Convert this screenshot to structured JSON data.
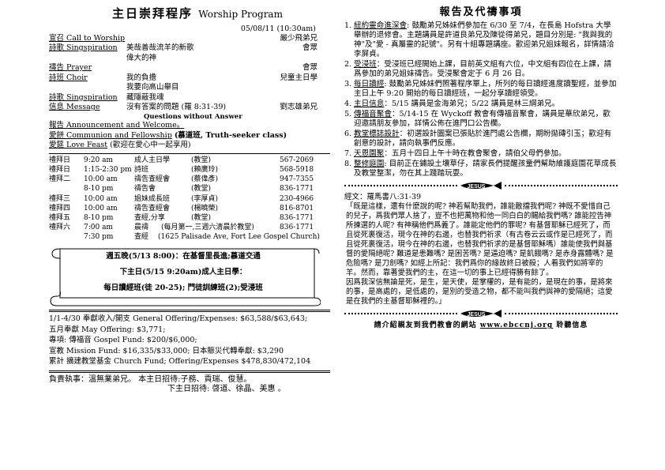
{
  "bulletin": {
    "title_zh": "主日崇拜程序",
    "title_en": "Worship Program",
    "date": "05/08/11 (10:30am)",
    "order": [
      {
        "label": "宣召 Call to Worship",
        "item": "",
        "person": "嚴少飛弟兄"
      },
      {
        "label": "詩歌 Singspiration",
        "item": "美哉善哉流羊的新歌",
        "person": "會眾"
      },
      {
        "label": "",
        "item": "偉大的神",
        "person": ""
      },
      {
        "label": "禱告 Prayer",
        "item": "",
        "person": "會眾"
      },
      {
        "label": "詩班 Choir",
        "item": "我的負擔",
        "person": "兒童主日學"
      },
      {
        "label": "",
        "item": "我要向高山舉目",
        "person": ""
      },
      {
        "label": "詩歌 Singspiration",
        "item": "藏隱蔽我魂",
        "person": ""
      },
      {
        "label": "信息 Message",
        "item": "沒有答案的問題 (羅 8:31-39)",
        "person": "劉志雄弟兄"
      }
    ],
    "message_en": "Questions without Answer",
    "announcement": "報告 Announcement and Welcome。",
    "fellowship_label": "愛餅 Communion and Fellowship",
    "fellowship_note": "(慕道班, Truth-seeker class)",
    "love_feast_label": "愛筵 Love Feast",
    "love_feast_note": "(歡迎在愛心中一起享用)"
  },
  "schedule": [
    {
      "day": "禮拜日",
      "time": "9:20 am",
      "name": "成人主日學",
      "place": "(教堂)",
      "phone": "567-2069"
    },
    {
      "day": "禮拜日",
      "time": "1:15-2:30 pm",
      "name": "詩班",
      "place": "(賴廣玲)",
      "phone": "568-5918"
    },
    {
      "day": "禮拜二",
      "time": "10:00 am",
      "name": "禱告查經會",
      "place": "(蔡偉彥)",
      "phone": "947-7355"
    },
    {
      "day": "",
      "time": "8-10 pm",
      "name": "禱告會",
      "place": "(教堂)",
      "phone": "836-1771"
    },
    {
      "day": "禮拜三",
      "time": "10:00 am",
      "name": "姐妹成長班",
      "place": "(李厚貞)",
      "phone": "230-4966"
    },
    {
      "day": "禮拜四",
      "time": "10:00 am",
      "name": "禱告查經會",
      "place": "(楊曉榮)",
      "phone": "816-8701"
    },
    {
      "day": "禮拜五",
      "time": "8-10 pm",
      "name": "查經,分享",
      "place": "(教堂)",
      "phone": "836-1771"
    },
    {
      "day": "禮拜六",
      "time": "7:00 am",
      "name": "晨禱",
      "place": "(每月第一,三週六清晨於教堂)",
      "phone": "836-1771"
    },
    {
      "day": "",
      "time": "7:30 pm",
      "name": "查經",
      "place": "(1625 Palisade Ave, Fort Lee Gospel Church)",
      "phone": ""
    }
  ],
  "banner": {
    "line1": "週五晚(5/13 8:00)：在基督里長進;慕道交通",
    "line2": "下主日(5/15 9:20am)成人主日學：",
    "line3": "每日讀經班(徒 20-25); 門徒訓練班(2);受浸班"
  },
  "finance": [
    "1/1-4/30 奉獻收入/開支 General Offering/Expenses: $63,588/$63,643;",
    "五月奉獻 May Offering: $3,771;",
    "專項: 傳福音 Gospel Fund: $200/$6,000;",
    "宣教 Mission Fund: $16,335/$33,000; 日本賑災代轉奉獻: $3,290",
    "累計 擴建教堂基金 Church Fund; Offering/Expenses $478,830/472,104"
  ],
  "duty": {
    "line1": "負責執事：溫無業弟兄。  本主日招待:子務、貢瑞、俊慧。",
    "line2": "下主日招待: 啓道、徐晶、美惠 。"
  },
  "news": {
    "title": "報告及代禱事項",
    "items": [
      {
        "n": "1.",
        "head": "紐約靈命進深會",
        "text": ": 鼓勵弟兄姊妹們參加在 6/30 至 7/4，在長島 Hofstra 大學舉辦的退修會。主題講員是許道良弟兄及陳從得弟兄，題目分別是: \"我與我的神\"及\"愛 - 真屬靈的記號\"。另有十組專題講座。歡迎弟兄姐妹報名，詳情請洽李屏貞。"
      },
      {
        "n": "2.",
        "head": "受浸班",
        "text": "：受浸班已經開始上課，目前英文組有六位，中文組有四位在上課，請爲參加的弟兄姐妹禱告。受浸聚會定于 6 月 26 日。"
      },
      {
        "n": "3.",
        "head": "每日讀經",
        "text": ": 鼓勵弟兄姊妹們照著程序單上，所列的每日讀經進度讀聖經，並參加主日上午 9:20 開始的每日讀經班，一起分享讀經領受。"
      },
      {
        "n": "4.",
        "head": "主日信息",
        "text": "：5/15 講員是金海弟兄；5/22 講員是林三綱弟兄。"
      },
      {
        "n": "5.",
        "head": "傳福音聚會",
        "text": "：5/14-15 在 Wyckoff 教會有傳福音聚會，講員是華欣弟兄，歡迎邀請朋友參加，詳情公佈在進門口公告欄。"
      },
      {
        "n": "6.",
        "head": "教堂標誌設計",
        "text": "：初選設計圖案已張貼於進門處公告欄，期盼拋磚引玉；歡迎有創意的設計，請向執事們反應。"
      },
      {
        "n": "7.",
        "head": "天恩園聚",
        "text": "：五月十四日上午十時在教會聚會，請伯父母們參加。"
      },
      {
        "n": "8.",
        "head": "整修庭園",
        "text": ": 目前正在鋪設土壤草仔，請家長們提醒孩童們幫助維護庭園花草成長及教堂整潔，勿在其上踐踏玩耍。"
      }
    ],
    "verse_ref": "經文：羅馬書八:31-39",
    "verse": "「既是這樣，還有什麼說的呢? 神若幫助我們，誰能敵擋我們呢? 神既不愛惜自己的兒子，爲我們眾人捨了，豈不也把萬物和他一同白白的賜給我們嗎? 誰能控告神所揀選的人呢? 有神稱他們爲義了。誰能定他們的罪呢? 有基督耶穌已經死了，而且從死裏復活，現今在神的右邊，也替我們祈求（有古卷云云或作是已經死了，而且從死裏復活，現今在神的右邊，也替我們祈求的是基督耶穌嗎）誰能使我們與基督的愛隔絕呢? 難道是患難嗎? 是困苦嗎? 是逼迫嗎? 是飢餓嗎? 是赤身露體嗎? 是危險嗎? 是刀劍嗎? 如經上所記：我們爲你的緣故終日被殺；人看我們如將宰的羊。然而，靠著愛我們的主，在這一切的事上已經得勝有餘了。\n因爲我深信無論是死，是生，是天使，是掌權的，是有能的，是現在的事，是將來的事，是高處的，是低處的，是別的受造之物，都不能叫我們與神的愛隔絕；這愛是在我們的主基督耶穌裡的。」",
    "jesus_mark": "JESUS",
    "footer_prefix": "請介紹親友到我們教會的網站",
    "footer_site": "www.ebccnj.org",
    "footer_suffix": "聆聽信息"
  }
}
